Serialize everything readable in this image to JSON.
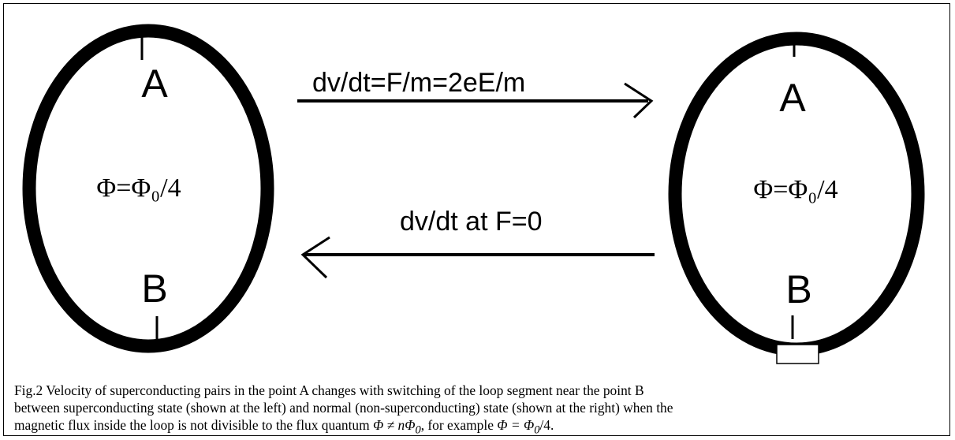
{
  "left_loop": {
    "label_a": "A",
    "label_b": "B",
    "flux_label": "Φ=Φ₀/4"
  },
  "right_loop": {
    "label_a": "A",
    "label_b": "B",
    "flux_label": "Φ=Φ₀/4"
  },
  "arrows": {
    "forward_label": "dv/dt=F/m=2eE/m",
    "backward_label": "dv/dt at F=0"
  },
  "caption": {
    "line1": "Fig.2 Velocity of superconducting pairs in the point A changes with switching of the loop segment near the point B",
    "line2": "between superconducting state (shown at the left) and normal (non-superconducting) state (shown at the right) when the",
    "line3_prefix": "magnetic flux inside the loop is not divisible to the flux quantum",
    "line3_cond": "Φ ≠ nΦ",
    "line3_cond_sub": "0",
    "line3_mid": ", for example",
    "line3_example": "Φ = Φ",
    "line3_example_sub": "0",
    "line3_suffix": "/4."
  },
  "colors": {
    "loop": "#000000",
    "normal_segment_fill": "#ffffff"
  }
}
